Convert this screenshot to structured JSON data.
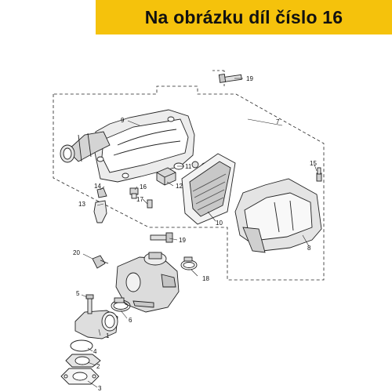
{
  "banner": {
    "title": "Na obrázku díl číslo 16"
  },
  "colors": {
    "banner_bg": "#f5c20c",
    "line": "#222222",
    "part_fill": "#e6e6e6",
    "part_shade": "#b4b4b4"
  },
  "callouts": {
    "c1": "1",
    "c2": "2",
    "c3": "3",
    "c4": "4",
    "c5": "5",
    "c6": "6",
    "c7": "7",
    "c8": "8",
    "c9": "9",
    "c10": "10",
    "c11": "11",
    "c12": "12",
    "c13": "13",
    "c14": "14",
    "c15": "15",
    "c16": "16",
    "c17": "17",
    "c18": "18",
    "c19a": "19",
    "c19b": "19",
    "c20": "20"
  }
}
